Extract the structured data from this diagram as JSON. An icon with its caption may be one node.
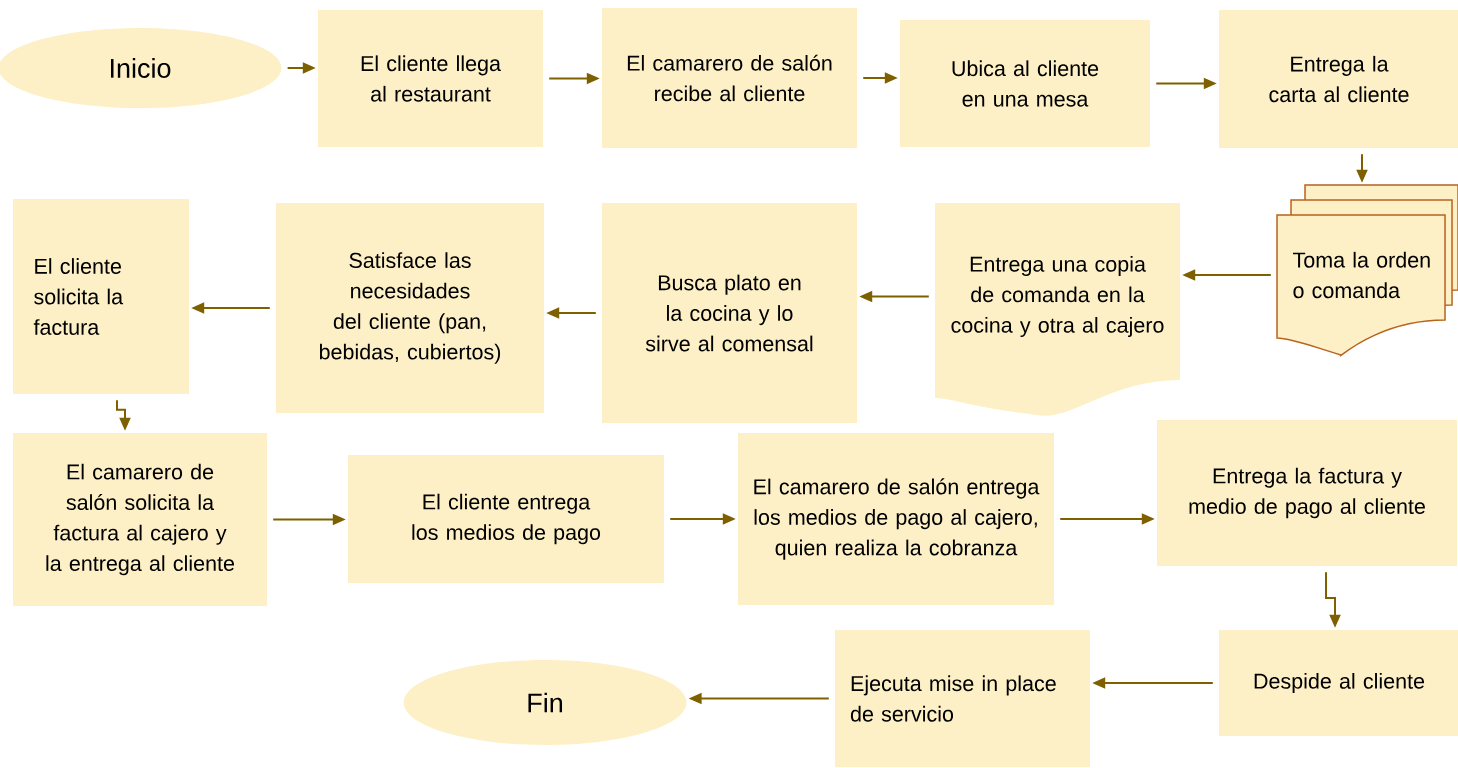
{
  "diagram": {
    "nodes": [
      {
        "text": [
          "Inicio"
        ]
      },
      {
        "text": [
          "El cliente llega al restaurant"
        ]
      },
      {
        "text": [
          "El camarero de salón recibe al cliente"
        ]
      },
      {
        "text": [
          "Ubica al cliente en una mesa"
        ]
      },
      {
        "text": [
          "Entrega la carta al cliente"
        ]
      },
      {
        "text": [
          "Toma la orden o comanda"
        ]
      },
      {
        "text": [
          "Entrega una copia de comanda en la cocina y otra al cajero"
        ]
      },
      {
        "text": [
          "Busca plato en la cocina y lo sirve al comensal"
        ]
      },
      {
        "text": [
          "Satisface las necesidades del cliente (pan, bebidas, cubiertos)"
        ]
      },
      {
        "text": [
          "El cliente solicita la factura"
        ]
      },
      {
        "text": [
          "El camarero de salón solicita la factura al cajero y la entrega al cliente"
        ]
      },
      {
        "text": [
          "El cliente entrega los medios de pago"
        ]
      },
      {
        "text": [
          "El camarero de salón entrega los medios de pago al cajero, quien realiza la cobranza"
        ]
      },
      {
        "text": [
          "Entrega la factura y medio de pago al cliente"
        ]
      },
      {
        "text": [
          "Despide al cliente"
        ]
      },
      {
        "text": [
          "Ejecuta mise in place de servicio"
        ]
      },
      {
        "text": [
          "Fin"
        ]
      }
    ],
    "edges": [
      {
        "from": 0,
        "to": 1,
        "arrow": "to"
      },
      {
        "from": 1,
        "to": 2,
        "arrow": "to"
      },
      {
        "from": 2,
        "to": 3,
        "arrow": "to"
      },
      {
        "from": 3,
        "to": 4,
        "arrow": "to"
      },
      {
        "from": 4,
        "to": 5,
        "arrow": "to"
      },
      {
        "from": 5,
        "to": 6,
        "arrow": "to"
      },
      {
        "from": 6,
        "to": 7,
        "arrow": "to"
      },
      {
        "from": 7,
        "to": 8,
        "arrow": "to"
      },
      {
        "from": 8,
        "to": 9,
        "arrow": "to"
      },
      {
        "from": 9,
        "to": 10,
        "arrow": "to"
      },
      {
        "from": 10,
        "to": 11,
        "arrow": "to"
      },
      {
        "from": 11,
        "to": 12,
        "arrow": "to"
      },
      {
        "from": 12,
        "to": 13,
        "arrow": "to"
      },
      {
        "from": 13,
        "to": 14,
        "arrow": "to"
      },
      {
        "from": 14,
        "to": 15,
        "arrow": "to"
      },
      {
        "from": 15,
        "to": 16,
        "arrow": "to"
      }
    ]
  }
}
